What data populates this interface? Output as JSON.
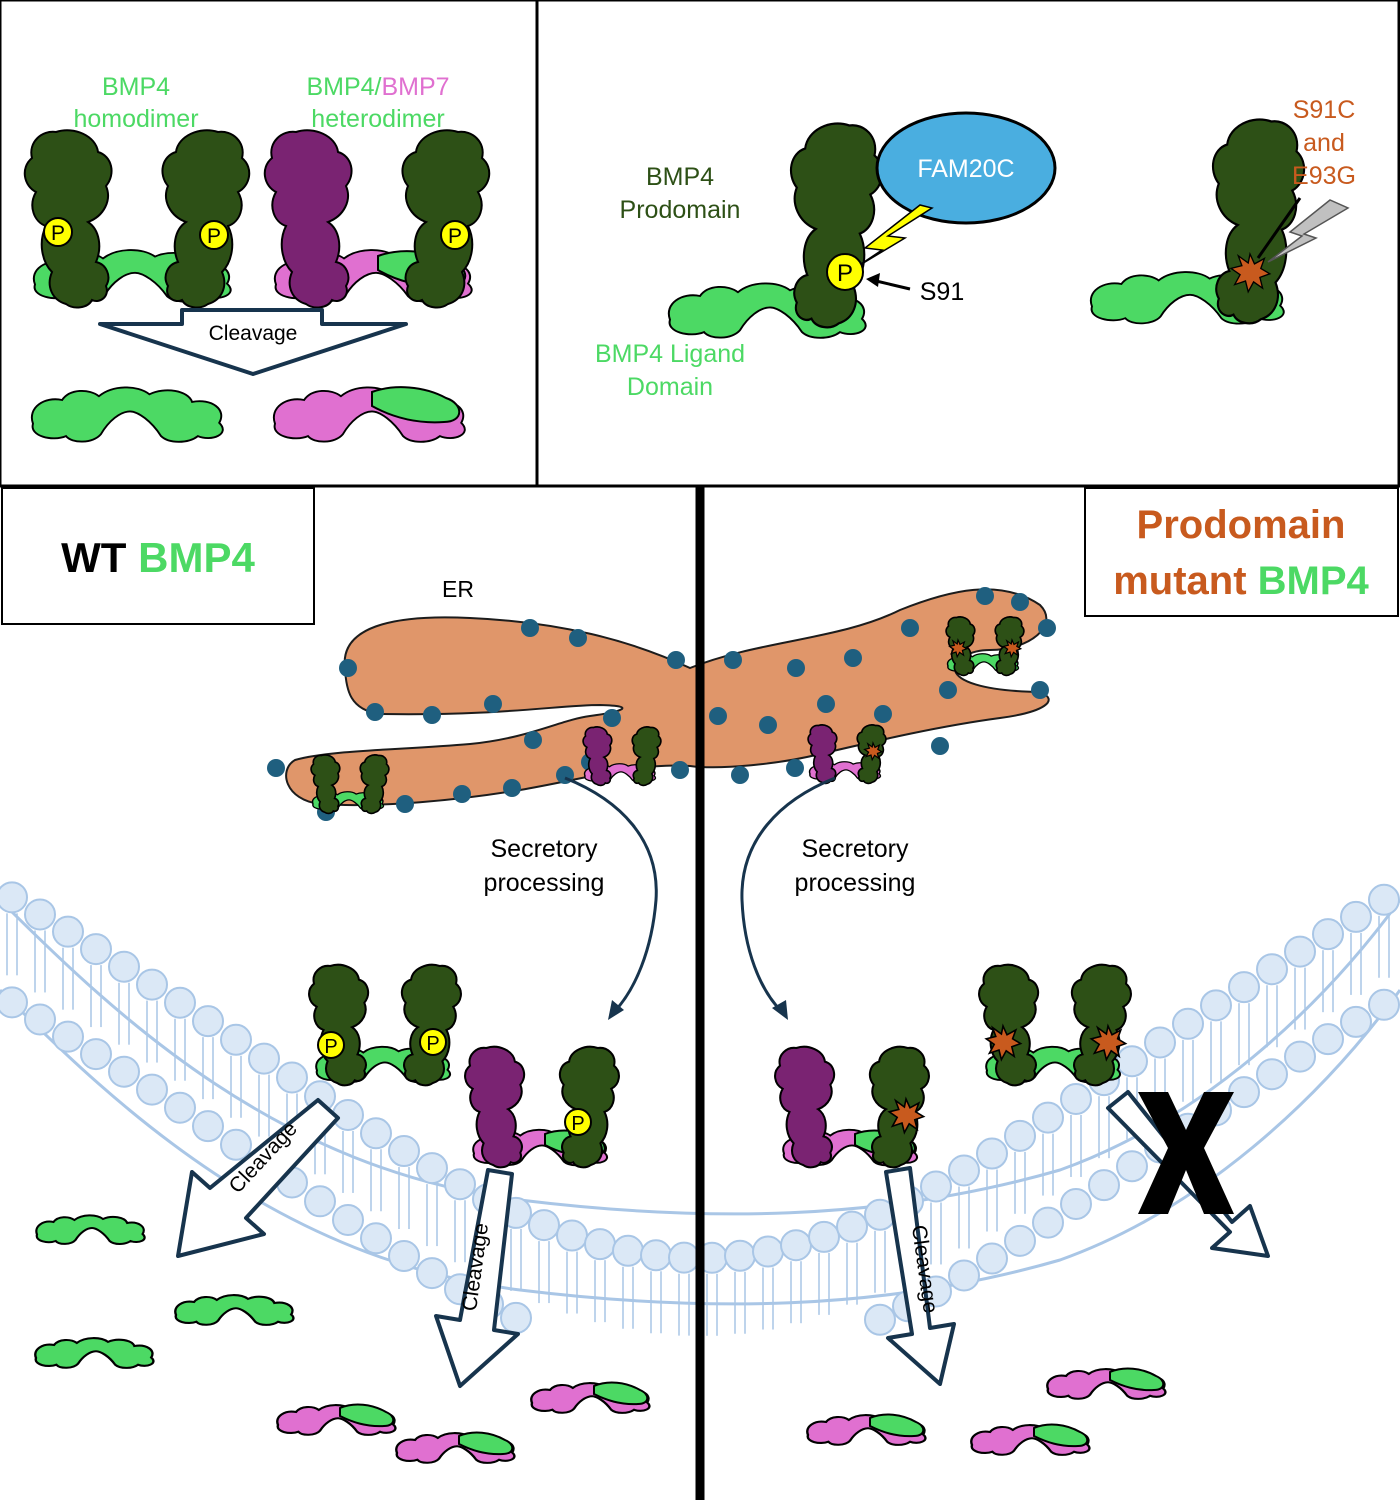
{
  "colors": {
    "prodomain": "#2d5016",
    "ligand": "#4cd964",
    "bmp7_prodomain": "#7a2372",
    "bmp7_ligand": "#e070d0",
    "phospho": "#ffff00",
    "kinase": "#4aaee0",
    "mutation": "#c85a1e",
    "er": "#e0966a",
    "er_dot": "#1f5f7f",
    "membrane": "#dbe8f6",
    "membrane_edge": "#a9c6e6",
    "arrow_edge": "#17344d",
    "wt_green": "#4cd964",
    "mutant_orange": "#c85a1e"
  },
  "top_left": {
    "homodimer_line1": "BMP4",
    "homodimer_line2": "homodimer",
    "heterodimer_part1": "BMP4/",
    "heterodimer_part2": "BMP7",
    "heterodimer_line2": "heterodimer",
    "cleavage": "Cleavage",
    "p_label": "P"
  },
  "top_right": {
    "prodomain_line1": "BMP4",
    "prodomain_line2": "Prodomain",
    "kinase": "FAM20C",
    "p_label": "P",
    "site": "S91",
    "ligand_line1": "BMP4 Ligand",
    "ligand_line2": "Domain",
    "mut_line1": "S91C",
    "mut_line2": "and",
    "mut_line3": "E93G"
  },
  "bottom_left": {
    "title_part1": "WT",
    "title_part2": "BMP4",
    "er": "ER",
    "secretory_line1": "Secretory",
    "secretory_line2": "processing",
    "cleavage_a": "Cleavage",
    "cleavage_b": "Cleavage",
    "p_label": "P"
  },
  "bottom_right": {
    "title_line1": "Prodomain",
    "title_line2_part1": "mutant",
    "title_line2_part2": "BMP4",
    "secretory_line1": "Secretory",
    "secretory_line2": "processing",
    "cleavage": "Cleavage"
  }
}
